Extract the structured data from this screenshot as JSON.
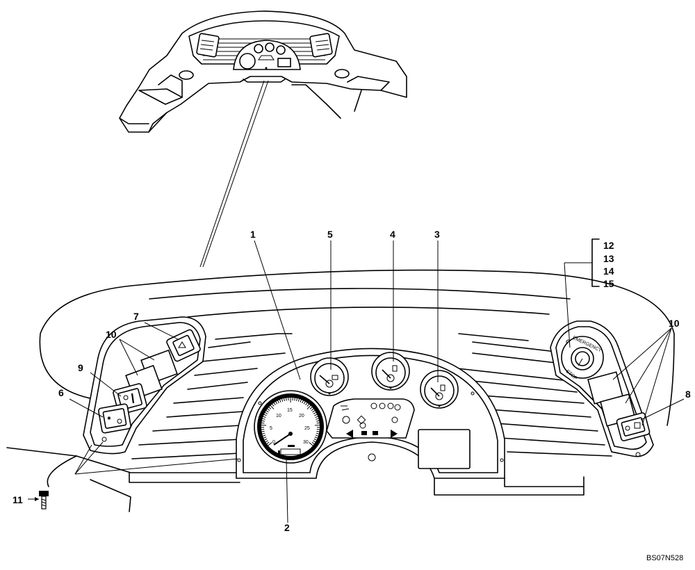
{
  "callouts": {
    "c1": "1",
    "c2": "2",
    "c3": "3",
    "c4": "4",
    "c5": "5",
    "c6": "6",
    "c7": "7",
    "c8": "8",
    "c9": "9",
    "c10_left": "10",
    "c10_right": "10",
    "c11": "11",
    "c12": "12",
    "c13": "13",
    "c14": "14",
    "c15": "15"
  },
  "emergency_stop": {
    "upper": "EMERGENCY",
    "lower": "STOP"
  },
  "speedometer": {
    "ticks": [
      "0",
      "5",
      "10",
      "15",
      "20",
      "25",
      "30"
    ]
  },
  "reference_code": "BS07N528"
}
